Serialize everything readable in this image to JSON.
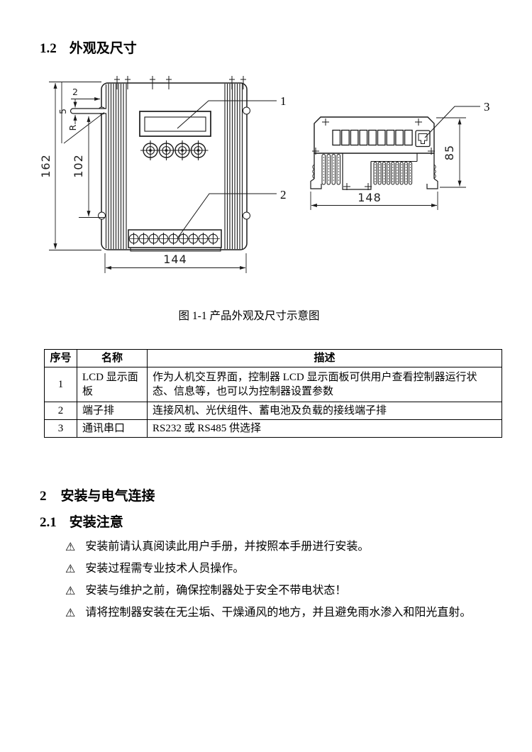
{
  "document": {
    "section_1_2": {
      "number": "1.2",
      "title": "外观及尺寸"
    },
    "figure_caption": "图 1-1 产品外观及尺寸示意图",
    "section_2": {
      "number": "2",
      "title": "安装与电气连接"
    },
    "section_2_1": {
      "number": "2.1",
      "title": "安装注意"
    }
  },
  "figure": {
    "front_view": {
      "callout_1": "1",
      "callout_2": "2",
      "dim_overall_height": "162",
      "dim_inner_height": "102",
      "dim_width": "144",
      "dim_tab_offset": "2",
      "dim_tab_thickness": "5",
      "radius_mark": "R"
    },
    "bottom_view": {
      "callout_3": "3",
      "dim_width": "148",
      "dim_height": "85"
    }
  },
  "table": {
    "headers": {
      "no": "序号",
      "name": "名称",
      "desc": "描述"
    },
    "rows": [
      {
        "no": "1",
        "name": "LCD 显示面板",
        "desc": "作为人机交互界面，控制器 LCD 显示面板可供用户查看控制器运行状态、信息等，也可以为控制器设置参数"
      },
      {
        "no": "2",
        "name": "端子排",
        "desc": "连接风机、光伏组件、蓄电池及负载的接线端子排"
      },
      {
        "no": "3",
        "name": "通讯串口",
        "desc": "RS232 或 RS485 供选择"
      }
    ]
  },
  "warnings": {
    "icon": "⚠",
    "items": [
      "安装前请认真阅读此用户手册，并按照本手册进行安装。",
      "安装过程需专业技术人员操作。",
      "安装与维护之前，确保控制器处于安全不带电状态！",
      "请将控制器安装在无尘垢、干燥通风的地方，并且避免雨水渗入和阳光直射。"
    ]
  }
}
